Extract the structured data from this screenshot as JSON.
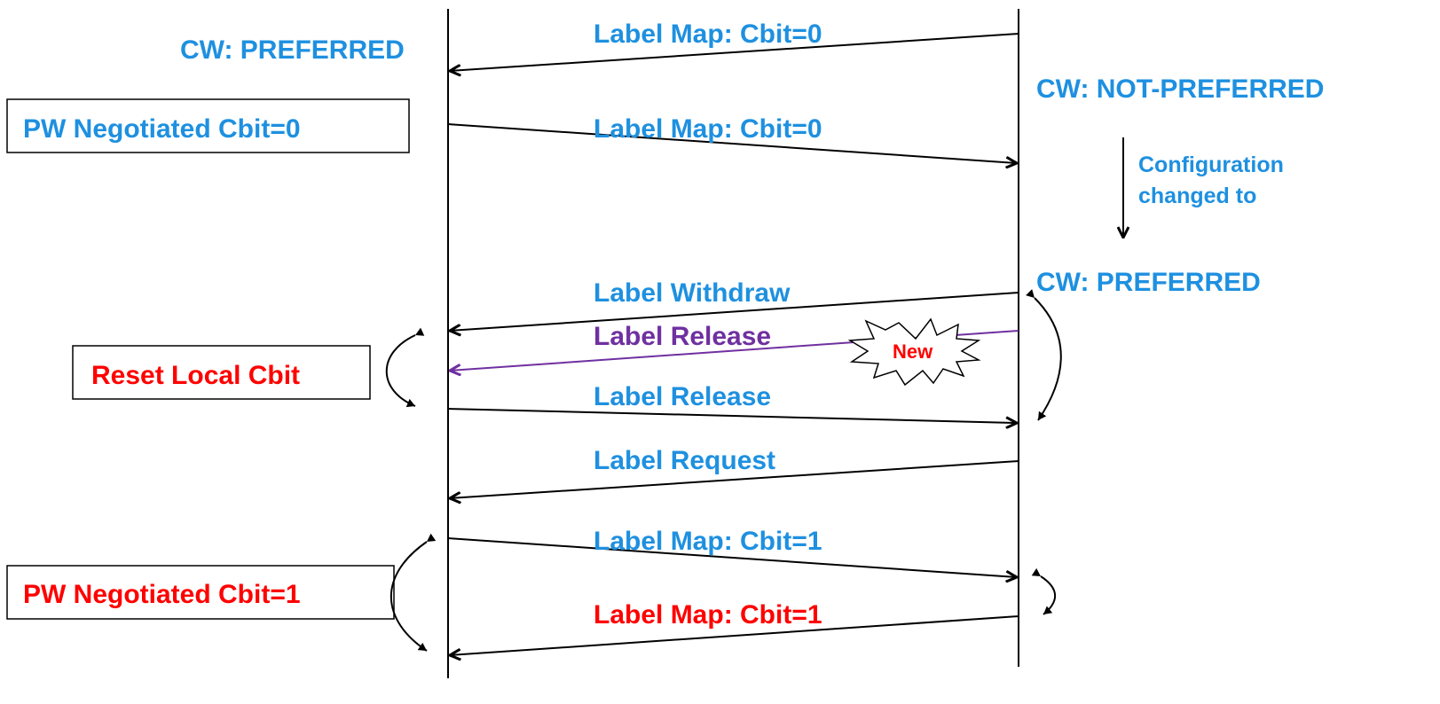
{
  "colors": {
    "blue": "#1e90e0",
    "red": "#ff0000",
    "purple": "#7030a0",
    "black": "#000000"
  },
  "left_side": {
    "cw_state": "CW: PREFERRED",
    "box_negotiated_0": "PW Negotiated Cbit=0",
    "box_reset": "Reset Local Cbit",
    "box_negotiated_1": "PW Negotiated Cbit=1"
  },
  "right_side": {
    "cw_initial": "CW: NOT-PREFERRED",
    "config_line1": "Configuration",
    "config_line2": "changed to",
    "cw_new": "CW: PREFERRED"
  },
  "messages": [
    {
      "label": "Label Map: Cbit=0",
      "direction": "right-to-left",
      "color": "blue"
    },
    {
      "label": "Label Map: Cbit=0",
      "direction": "left-to-right",
      "color": "blue"
    },
    {
      "label": "Label Withdraw",
      "direction": "right-to-left",
      "color": "blue"
    },
    {
      "label": "Label Release",
      "direction": "right-to-left",
      "color": "purple"
    },
    {
      "label": "Label Release",
      "direction": "left-to-right",
      "color": "blue"
    },
    {
      "label": "Label Request",
      "direction": "right-to-left",
      "color": "blue"
    },
    {
      "label": "Label Map: Cbit=1",
      "direction": "left-to-right",
      "color": "blue"
    },
    {
      "label": "Label Map: Cbit=1",
      "direction": "right-to-left",
      "color": "red"
    }
  ],
  "new_badge": "New"
}
